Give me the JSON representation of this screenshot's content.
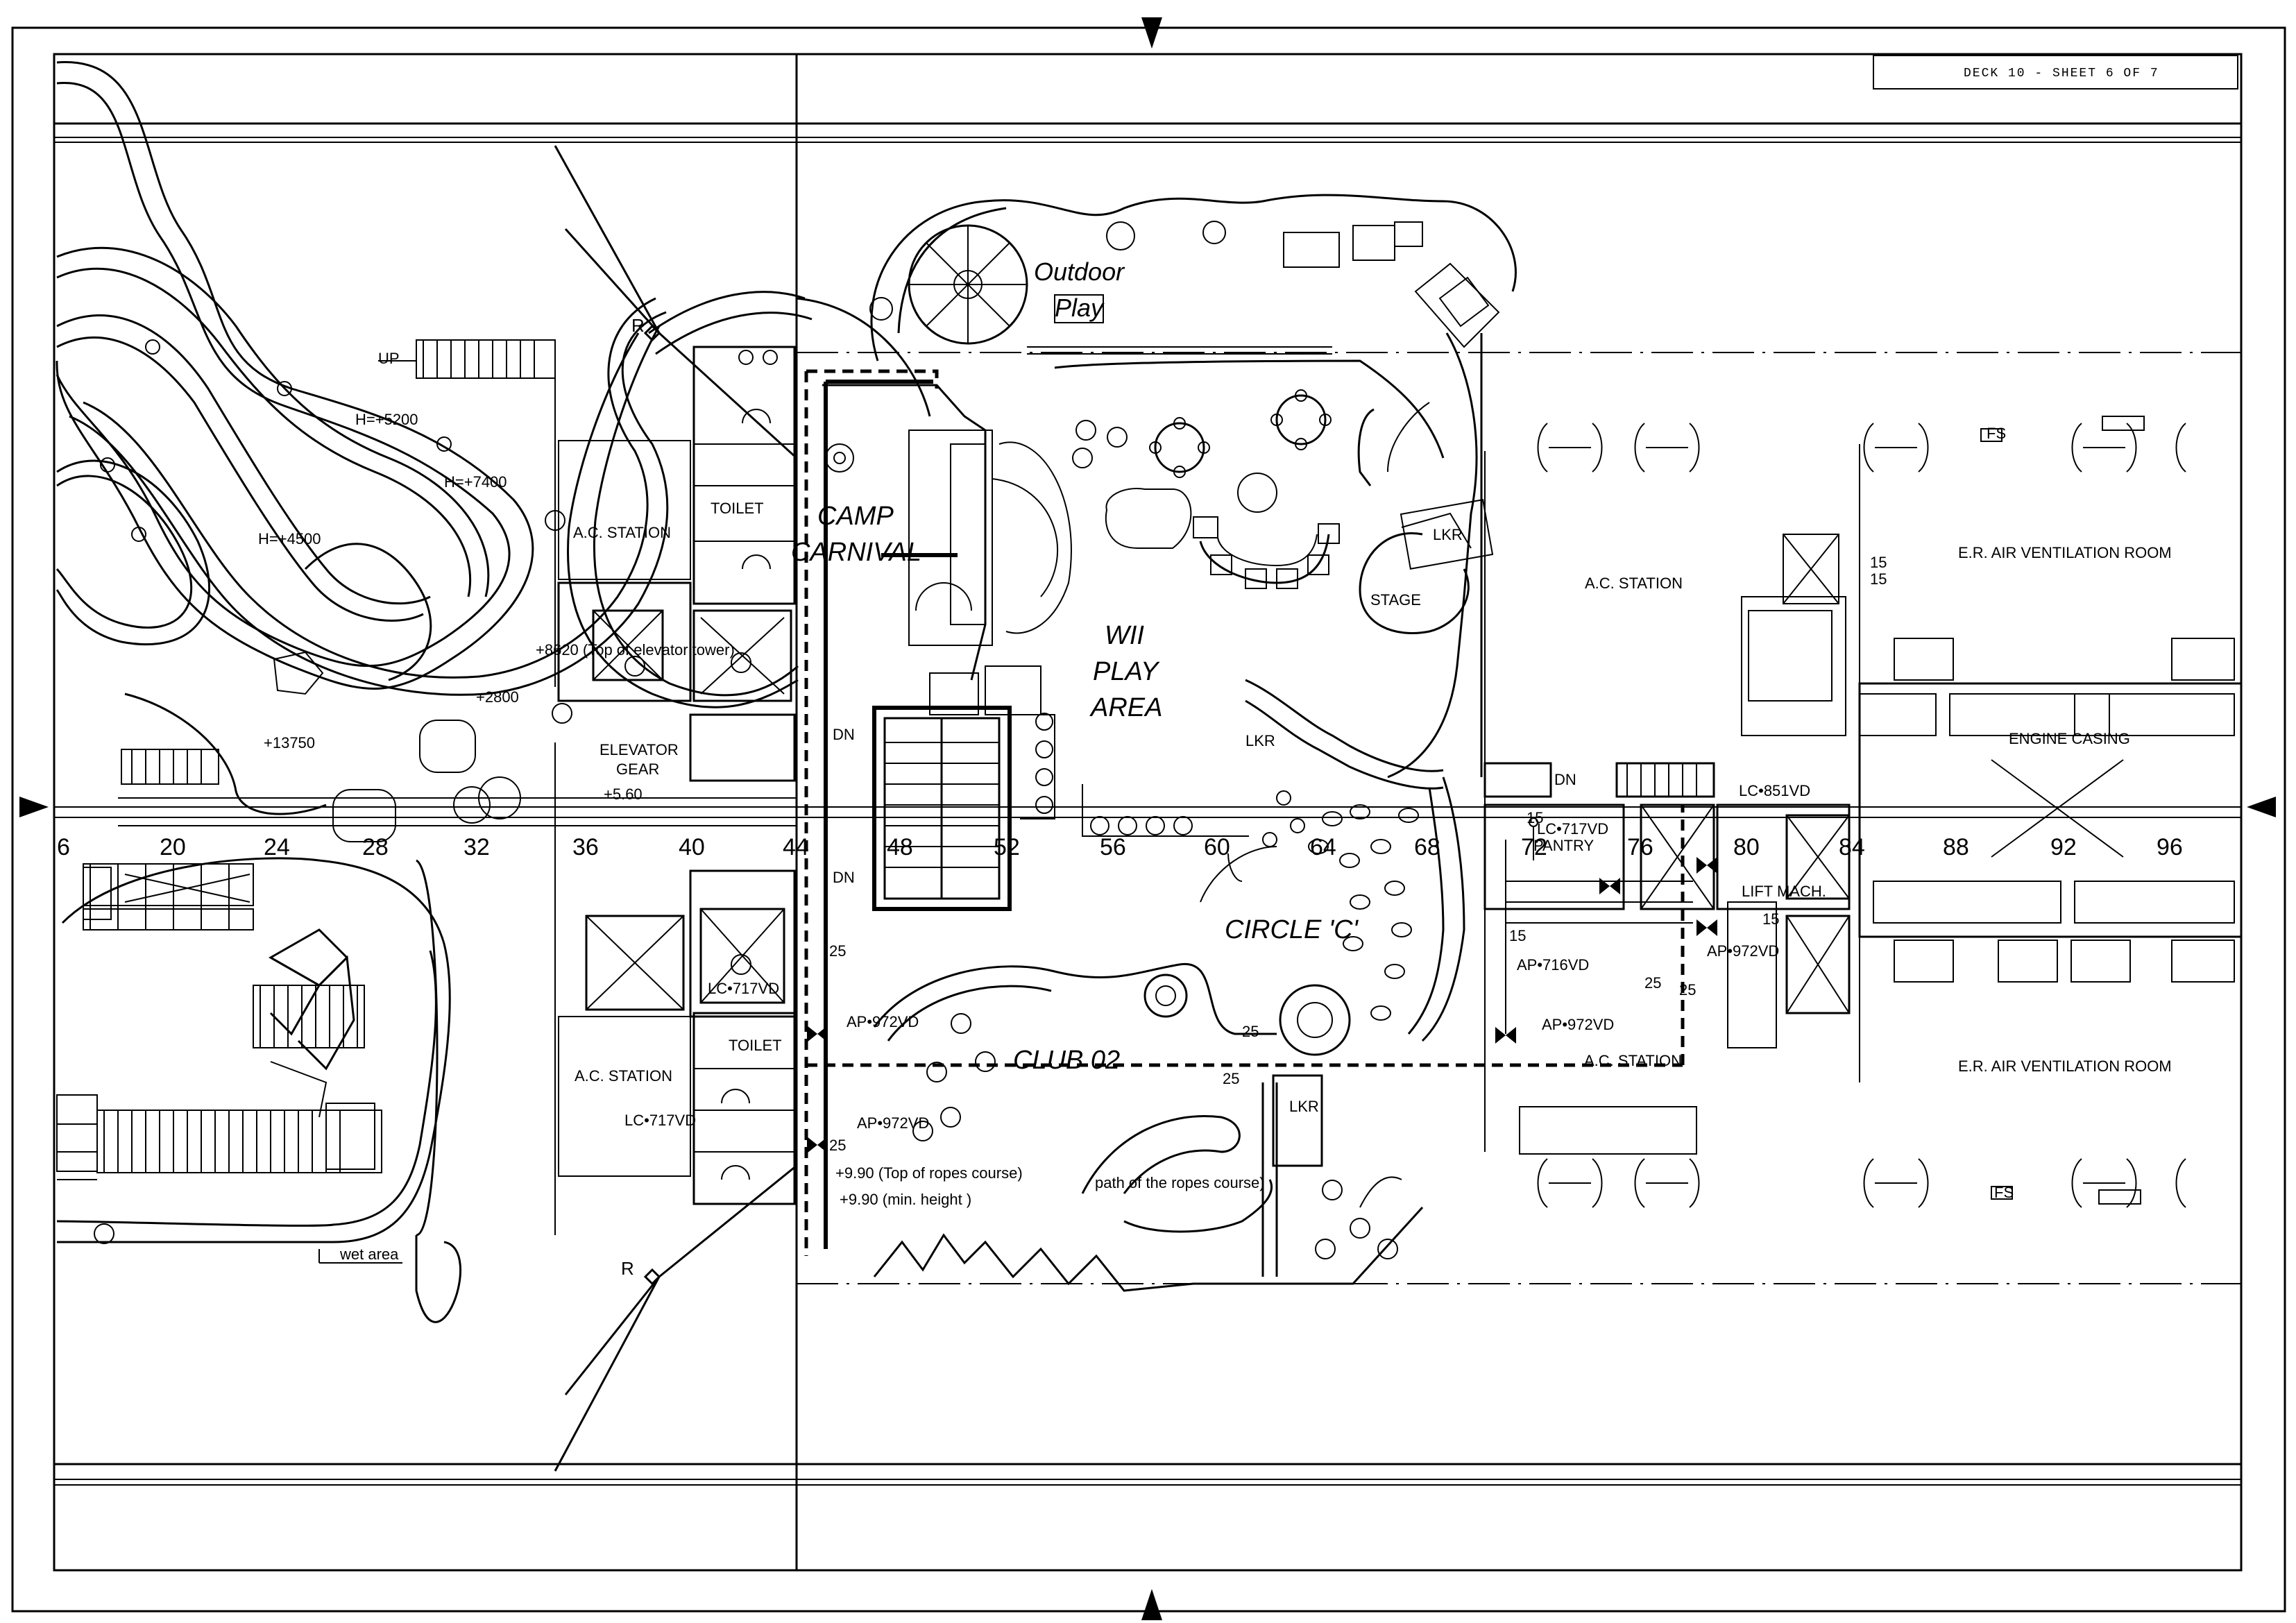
{
  "title_block": {
    "text": "DECK 10 - SHEET 6 OF 7"
  },
  "grid_numbers": [
    "6",
    "20",
    "24",
    "28",
    "32",
    "36",
    "40",
    "44",
    "48",
    "52",
    "56",
    "60",
    "64",
    "68",
    "72",
    "76",
    "80",
    "84",
    "88",
    "92",
    "96"
  ],
  "labels": {
    "outdoor_play_1": "Outdoor",
    "outdoor_play_2": "Play",
    "camp_carnival_1": "CAMP",
    "camp_carnival_2": "CARNIVAL",
    "wii_1": "WII",
    "wii_2": "PLAY",
    "wii_3": "AREA",
    "circle_c": "CIRCLE 'C'",
    "club_02": "CLUB 02",
    "toilet_top": "TOILET",
    "toilet_bottom": "TOILET",
    "ac_station_1": "A.C. STATION",
    "ac_station_2": "A.C. STATION",
    "ac_station_3": "A.C. STATION",
    "ac_station_4": "A.C. STATION",
    "er_air_1": "E.R. AIR VENTILATION ROOM",
    "er_air_2": "E.R. AIR VENTILATION ROOM",
    "engine_casing": "ENGINE CASING",
    "lift_mach": "LIFT MACH.",
    "pantry": "PANTRY",
    "stage": "STAGE",
    "lkr_1": "LKR",
    "lkr_2": "LKR",
    "lkr_3": "LKR",
    "elevator_gear_1": "ELEVATOR",
    "elevator_gear_2": "GEAR",
    "wet_area": "wet area",
    "up": "UP",
    "dn_1": "DN",
    "dn_2": "DN",
    "dn_3": "DN",
    "r_top": "R",
    "r_bottom": "R"
  },
  "elevations": {
    "h5200": "H=+5200",
    "h7400": "H=+7400",
    "h4500": "H=+4500",
    "top_elevator": "+8620 (Top of elevator tower)",
    "p2800": "+2800",
    "p13750": "+13750",
    "p560": "+5.60",
    "ropes_top": "+9.90 (Top of ropes course)",
    "ropes_min": "+9.90 (min. height )",
    "ropes_path": "path of the ropes course)"
  },
  "equipment_tags": {
    "lc717_1": "LC•717VD",
    "lc717_2": "LC•717VD",
    "ap972_1": "AP•972VD",
    "ap972_2": "AP•972VD",
    "ap972_3": "AP•972VD",
    "ap972_4": "AP•972VD",
    "ap716": "AP•716VD",
    "lc851": "LC•851VD",
    "lc717_3": "LC•717VD",
    "n25_1": "25",
    "n25_2": "25",
    "n25_3": "25",
    "n25_4": "25",
    "n25_5": "25",
    "n25_6": "25",
    "n15_1": "15",
    "n15_2": "15",
    "n15_3": "15",
    "n15_4": "15",
    "n15_5": "15",
    "fs_1": "FS",
    "fs_2": "FS"
  },
  "colors": {
    "line": "#000000",
    "background": "#ffffff"
  }
}
